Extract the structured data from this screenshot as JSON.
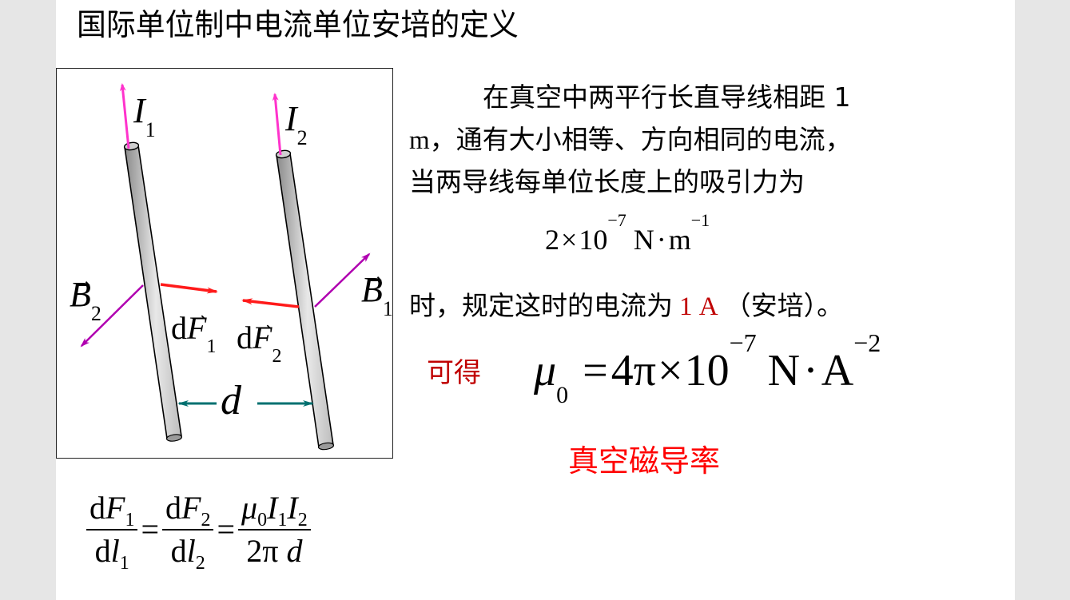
{
  "slide": {
    "title": "国际单位制中电流单位安培的定义",
    "paragraph": {
      "line1": "在真空中两平行长直导线相距 1",
      "line2_unit": "m",
      "line2": "，通有大小相等、方向相同的电流，",
      "line3": "当两导线每单位长度上的吸引力为"
    },
    "force_formula": {
      "coef": "2",
      "times": "×",
      "base": "10",
      "exp": "−7",
      "unit1": "N",
      "dot": "·",
      "unit2": "m",
      "unit2_exp": "−1"
    },
    "definition_line": {
      "prefix": "时，规定这时的电流为",
      "highlight": "1 A",
      "suffix": "（安培）。"
    },
    "mu0_line": {
      "label": "可得",
      "symbol": "μ",
      "symbol_sub": "0",
      "equals": "=",
      "value": "4π",
      "times": "×",
      "base": "10",
      "exp": "−7",
      "unit1": "N",
      "dot": "·",
      "unit2": "A",
      "unit2_exp": "−2"
    },
    "mu0_name": "真空磁导率",
    "bottom_formula": {
      "frac1_num_d": "d",
      "frac1_num_var": "F",
      "frac1_num_sub": "1",
      "frac1_den_d": "d",
      "frac1_den_var": "l",
      "frac1_den_sub": "1",
      "eq1": "=",
      "frac2_num_d": "d",
      "frac2_num_var": "F",
      "frac2_num_sub": "2",
      "frac2_den_d": "d",
      "frac2_den_var": "l",
      "frac2_den_sub": "2",
      "eq2": "=",
      "frac3_num_mu": "μ",
      "frac3_num_mu_sub": "0",
      "frac3_num_I1": "I",
      "frac3_num_I1_sub": "1",
      "frac3_num_I2": "I",
      "frac3_num_I2_sub": "2",
      "frac3_den_const": "2π",
      "frac3_den_var": "d"
    },
    "figure": {
      "labels": {
        "I1": "I",
        "I1_sub": "1",
        "I2": "I",
        "I2_sub": "2",
        "B2": "B",
        "B2_sub": "2",
        "B1": "B",
        "B1_sub": "1",
        "dF1_d": "d",
        "dF1_var": "F",
        "dF1_sub": "1",
        "dF2_d": "d",
        "dF2_var": "F",
        "dF2_sub": "2",
        "d": "d"
      },
      "colors": {
        "current_arrow": "#ff33cc",
        "field_arrow": "#b000b0",
        "force_arrow": "#ff1a1a",
        "distance_arrow": "#007070",
        "wire_fill_light": "#e8e8e8",
        "wire_fill_dark": "#8a8a8a"
      }
    }
  },
  "colors": {
    "background": "#e6e6e6",
    "slide": "#ffffff",
    "highlight_dark_red": "#c00000",
    "highlight_red": "#ff0000"
  }
}
